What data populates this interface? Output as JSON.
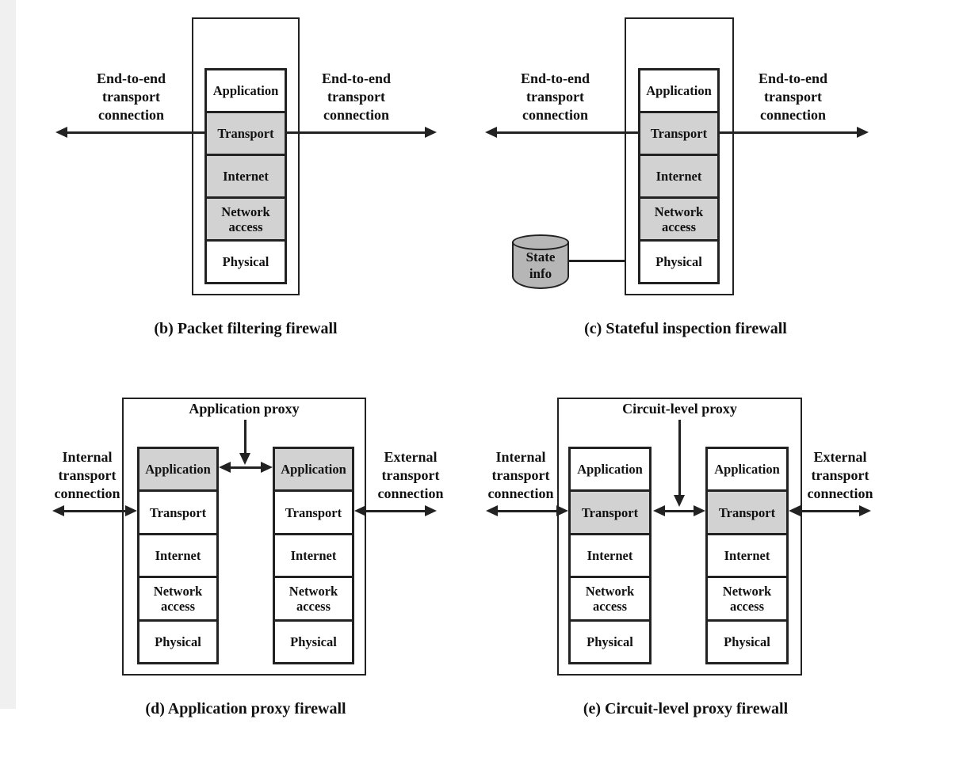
{
  "diagram": {
    "colors": {
      "line": "#222222",
      "shaded_layer": "#d2d2d2",
      "layer_bg": "#ffffff",
      "cylinder": "#b6b6b6",
      "page_edge": "#f0f0f0"
    },
    "panels": {
      "b": {
        "caption": "(b) Packet filtering firewall",
        "left_label": [
          "End-to-end",
          "transport",
          "connection"
        ],
        "right_label": [
          "End-to-end",
          "transport",
          "connection"
        ],
        "stack": {
          "layers": [
            {
              "label": "Application",
              "shaded": false
            },
            {
              "label": "Transport",
              "shaded": true
            },
            {
              "label": "Internet",
              "shaded": true
            },
            {
              "label": "Network access",
              "shaded": true
            },
            {
              "label": "Physical",
              "shaded": false
            }
          ]
        }
      },
      "c": {
        "caption": "(c) Stateful inspection firewall",
        "left_label": [
          "End-to-end",
          "transport",
          "connection"
        ],
        "right_label": [
          "End-to-end",
          "transport",
          "connection"
        ],
        "state_info": [
          "State",
          "info"
        ],
        "stack": {
          "layers": [
            {
              "label": "Application",
              "shaded": false
            },
            {
              "label": "Transport",
              "shaded": true
            },
            {
              "label": "Internet",
              "shaded": true
            },
            {
              "label": "Network access",
              "shaded": true
            },
            {
              "label": "Physical",
              "shaded": false
            }
          ]
        }
      },
      "d": {
        "caption": "(d) Application proxy firewall",
        "proxy_label": "Application proxy",
        "left_label": [
          "Internal",
          "transport",
          "connection"
        ],
        "right_label": [
          "External",
          "transport",
          "connection"
        ],
        "internal_stack": {
          "layers": [
            {
              "label": "Application",
              "shaded": true
            },
            {
              "label": "Transport",
              "shaded": false
            },
            {
              "label": "Internet",
              "shaded": false
            },
            {
              "label": "Network access",
              "shaded": false
            },
            {
              "label": "Physical",
              "shaded": false
            }
          ]
        },
        "external_stack": {
          "layers": [
            {
              "label": "Application",
              "shaded": true
            },
            {
              "label": "Transport",
              "shaded": false
            },
            {
              "label": "Internet",
              "shaded": false
            },
            {
              "label": "Network access",
              "shaded": false
            },
            {
              "label": "Physical",
              "shaded": false
            }
          ]
        }
      },
      "e": {
        "caption": "(e) Circuit-level proxy firewall",
        "proxy_label": "Circuit-level proxy",
        "left_label": [
          "Internal",
          "transport",
          "connection"
        ],
        "right_label": [
          "External",
          "transport",
          "connection"
        ],
        "internal_stack": {
          "layers": [
            {
              "label": "Application",
              "shaded": false
            },
            {
              "label": "Transport",
              "shaded": true
            },
            {
              "label": "Internet",
              "shaded": false
            },
            {
              "label": "Network access",
              "shaded": false
            },
            {
              "label": "Physical",
              "shaded": false
            }
          ]
        },
        "external_stack": {
          "layers": [
            {
              "label": "Application",
              "shaded": false
            },
            {
              "label": "Transport",
              "shaded": true
            },
            {
              "label": "Internet",
              "shaded": false
            },
            {
              "label": "Network access",
              "shaded": false
            },
            {
              "label": "Physical",
              "shaded": false
            }
          ]
        }
      }
    }
  }
}
